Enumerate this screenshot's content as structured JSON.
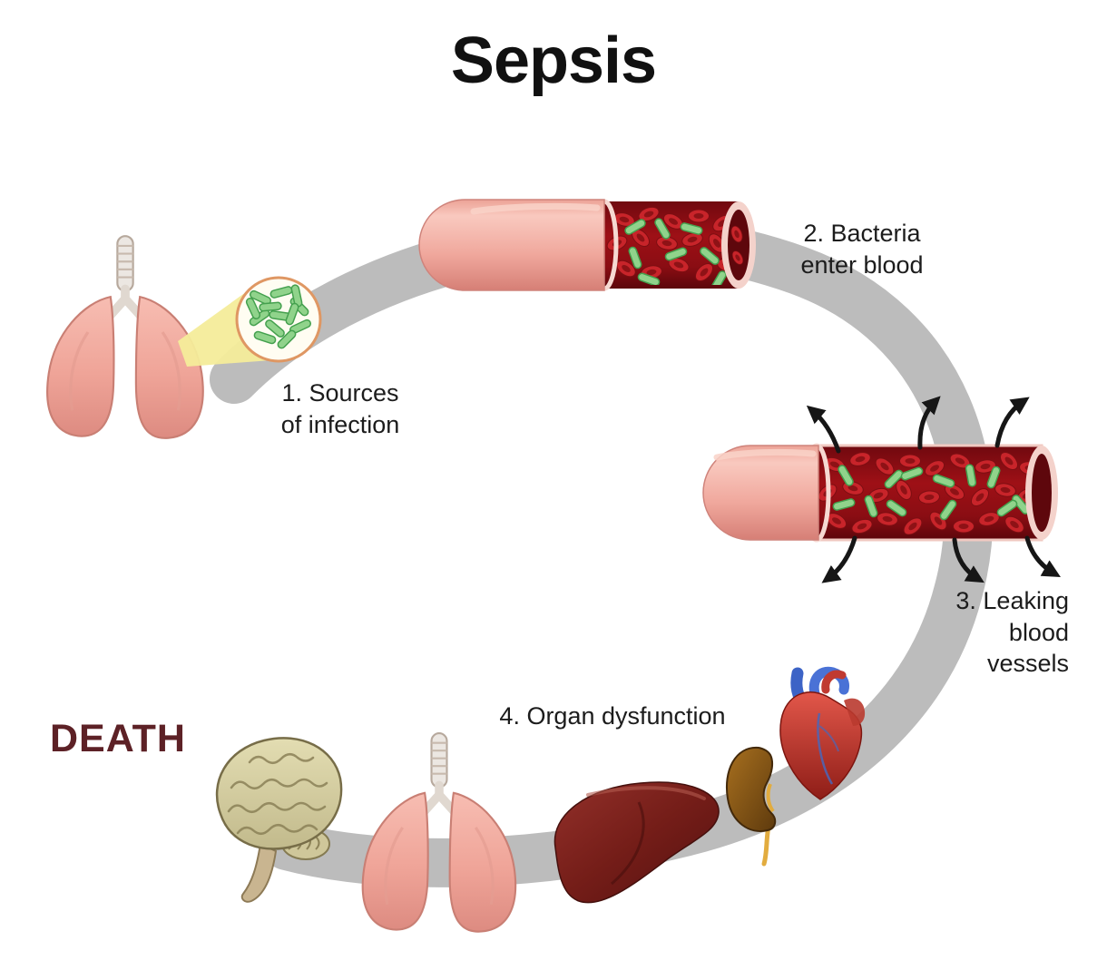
{
  "title": "Sepsis",
  "death_label": "DEATH",
  "steps": [
    {
      "number": "1",
      "label": "1. Sources\nof infection"
    },
    {
      "number": "2",
      "label": "2. Bacteria\nenter blood"
    },
    {
      "number": "3",
      "label": "3. Leaking\nblood\nvessels"
    },
    {
      "number": "4",
      "label": "4. Organ dysfunction"
    }
  ],
  "figures": {
    "step1": [
      "lungs",
      "bacteria-close-up-circle",
      "infection-beam"
    ],
    "step2": [
      "blood-vessel-with-bacteria"
    ],
    "step3": [
      "leaking-blood-vessel",
      "leak-arrows"
    ],
    "step4": [
      "brain",
      "lungs",
      "liver",
      "kidney",
      "heart"
    ],
    "flow": [
      "gray-circular-flow-band"
    ]
  },
  "colors": {
    "flow_band_gray": "#bcbcbc",
    "vessel_pink": "#f0a79c",
    "blood_red": "#8f0e14",
    "bacteria_green": "#90d38b",
    "rbc_red": "#c8242a",
    "death_text": "#5d2126",
    "title_text": "#111111",
    "label_text": "#1c1c1c",
    "brain_beige": "#d8d2a6",
    "liver_darkred": "#6e1d16",
    "kidney_brown": "#8a5c18",
    "heart_red": "#c23a31"
  }
}
